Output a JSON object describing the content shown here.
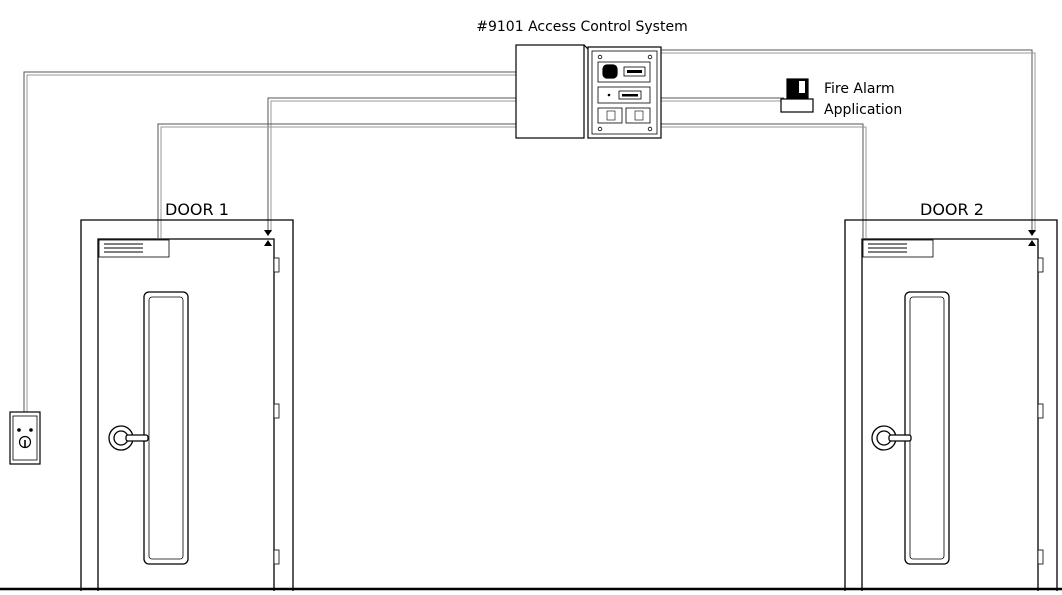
{
  "diagram": {
    "title": "#9101 Access Control System",
    "fire_alarm_label_line1": "Fire Alarm",
    "fire_alarm_label_line2": "Application",
    "door1_label": "DOOR 1",
    "door2_label": "DOOR 2",
    "stroke_color": "#000000",
    "wire_color": "#555555",
    "background_color": "#ffffff",
    "icons": [
      "control-panel-icon",
      "fire-alarm-icon",
      "keyswitch-icon",
      "door-closer-icon",
      "door-handle-icon",
      "door-magnet-icon"
    ]
  }
}
